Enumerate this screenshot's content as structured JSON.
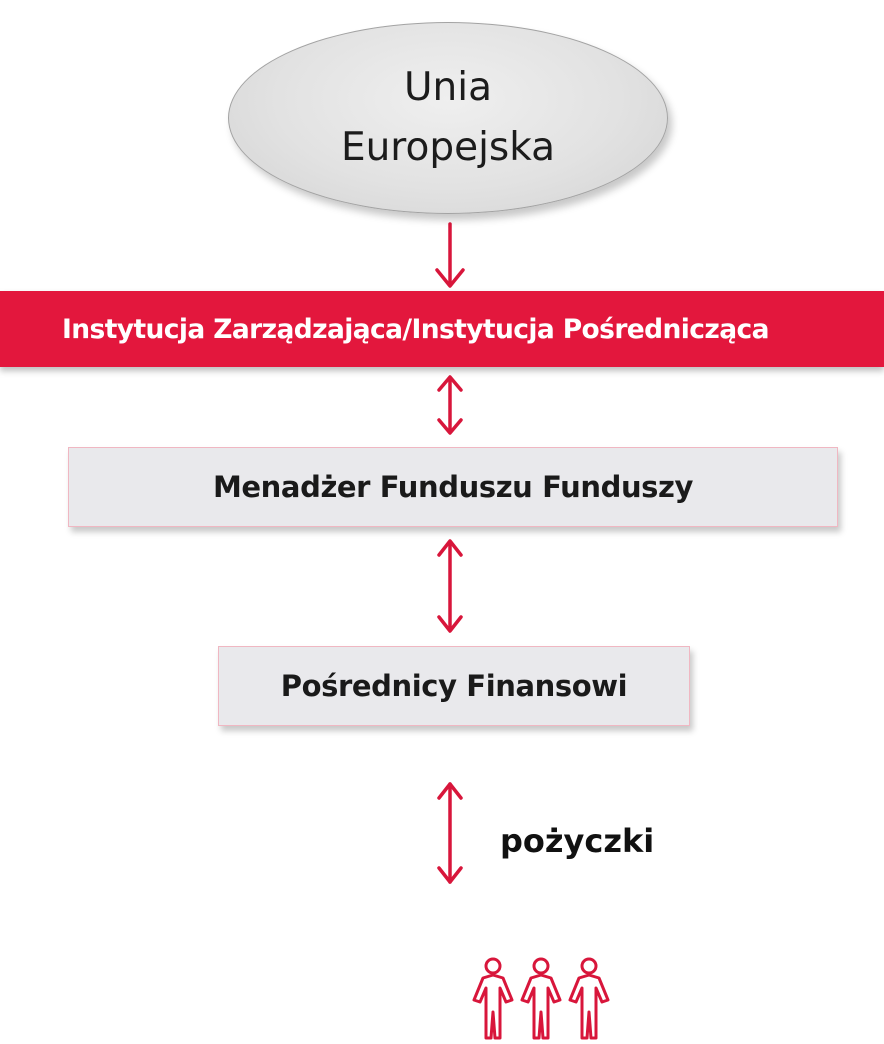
{
  "nodes": {
    "eu": {
      "line1": "Unia",
      "line2": "Europejska"
    },
    "managing_authority": "Instytucja Zarządzająca/Instytucja Pośrednicząca",
    "fund_manager": "Menadżer Funduszu Funduszy",
    "intermediaries": "Pośrednicy Finansowi",
    "beneficiaries_icon": "people-group-icon"
  },
  "edges": {
    "eu_to_ma": {
      "direction": "down"
    },
    "ma_fund": {
      "direction": "bidirectional"
    },
    "fund_interm": {
      "direction": "bidirectional"
    },
    "interm_beneficiaries": {
      "direction": "bidirectional",
      "label": "pożyczki"
    }
  },
  "colors": {
    "accent_red": "#e3173d",
    "arrow_red": "#d8163b",
    "box_grey": "#e9e9ec",
    "ellipse_grey": "#e2e2e2"
  }
}
